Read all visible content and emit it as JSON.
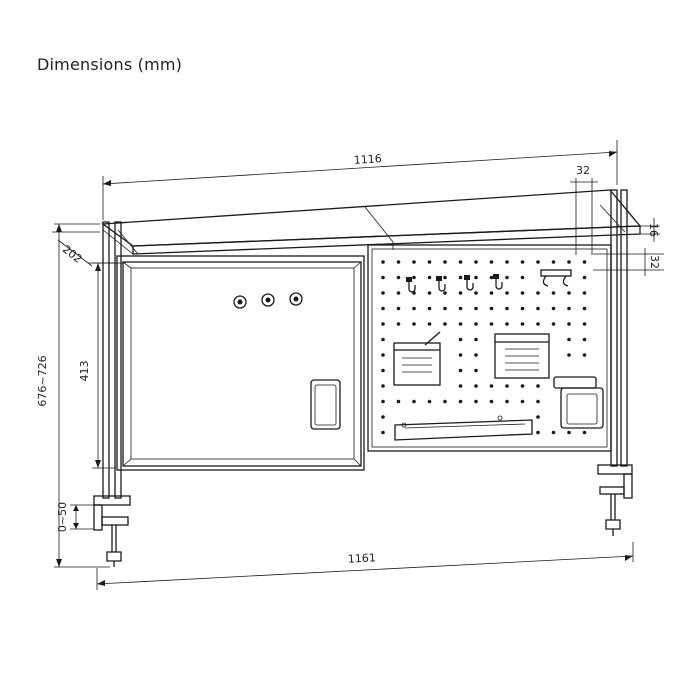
{
  "heading": "Dimensions (mm)",
  "dimensions": {
    "top_width": "1116",
    "overall_width": "1161",
    "shelf_depth": "202",
    "panel_height": "413",
    "overall_height": "676~726",
    "clamp_range": "0~50",
    "shelf_thickness": "16",
    "pegboard_hole_pitch_h": "32",
    "pegboard_hole_pitch_v": "32"
  }
}
